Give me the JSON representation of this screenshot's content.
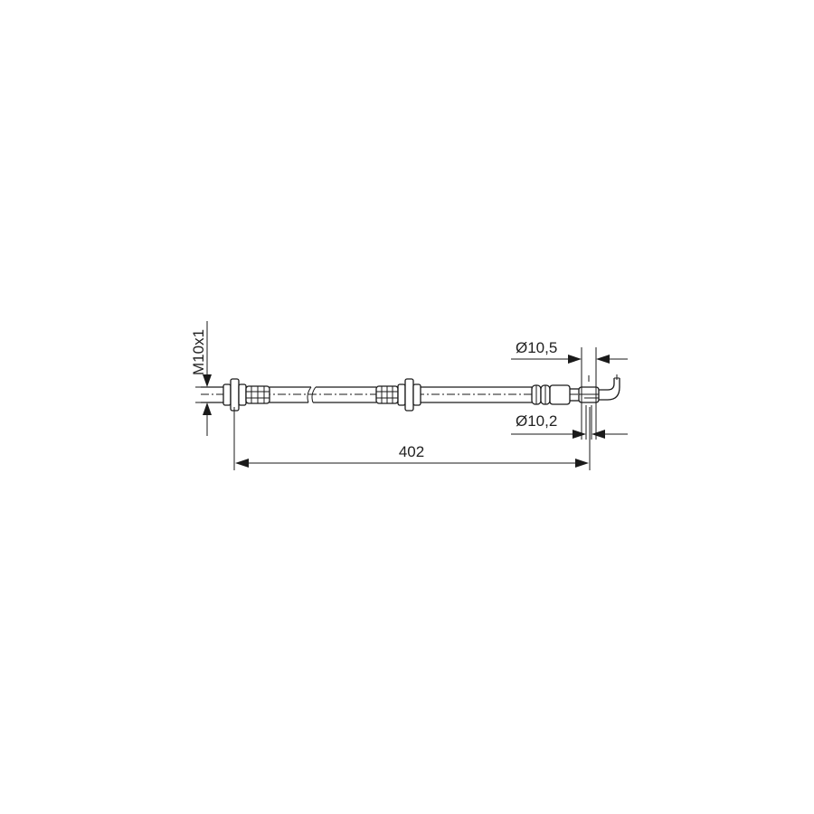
{
  "drawing": {
    "subject": "Brake hose technical drawing",
    "line_color": "#1a1a1a",
    "background": "#ffffff",
    "dimensions": {
      "thread": "M10x1",
      "length": "402",
      "diameter_top": "Ø10,5",
      "diameter_bottom": "Ø10,2"
    }
  }
}
